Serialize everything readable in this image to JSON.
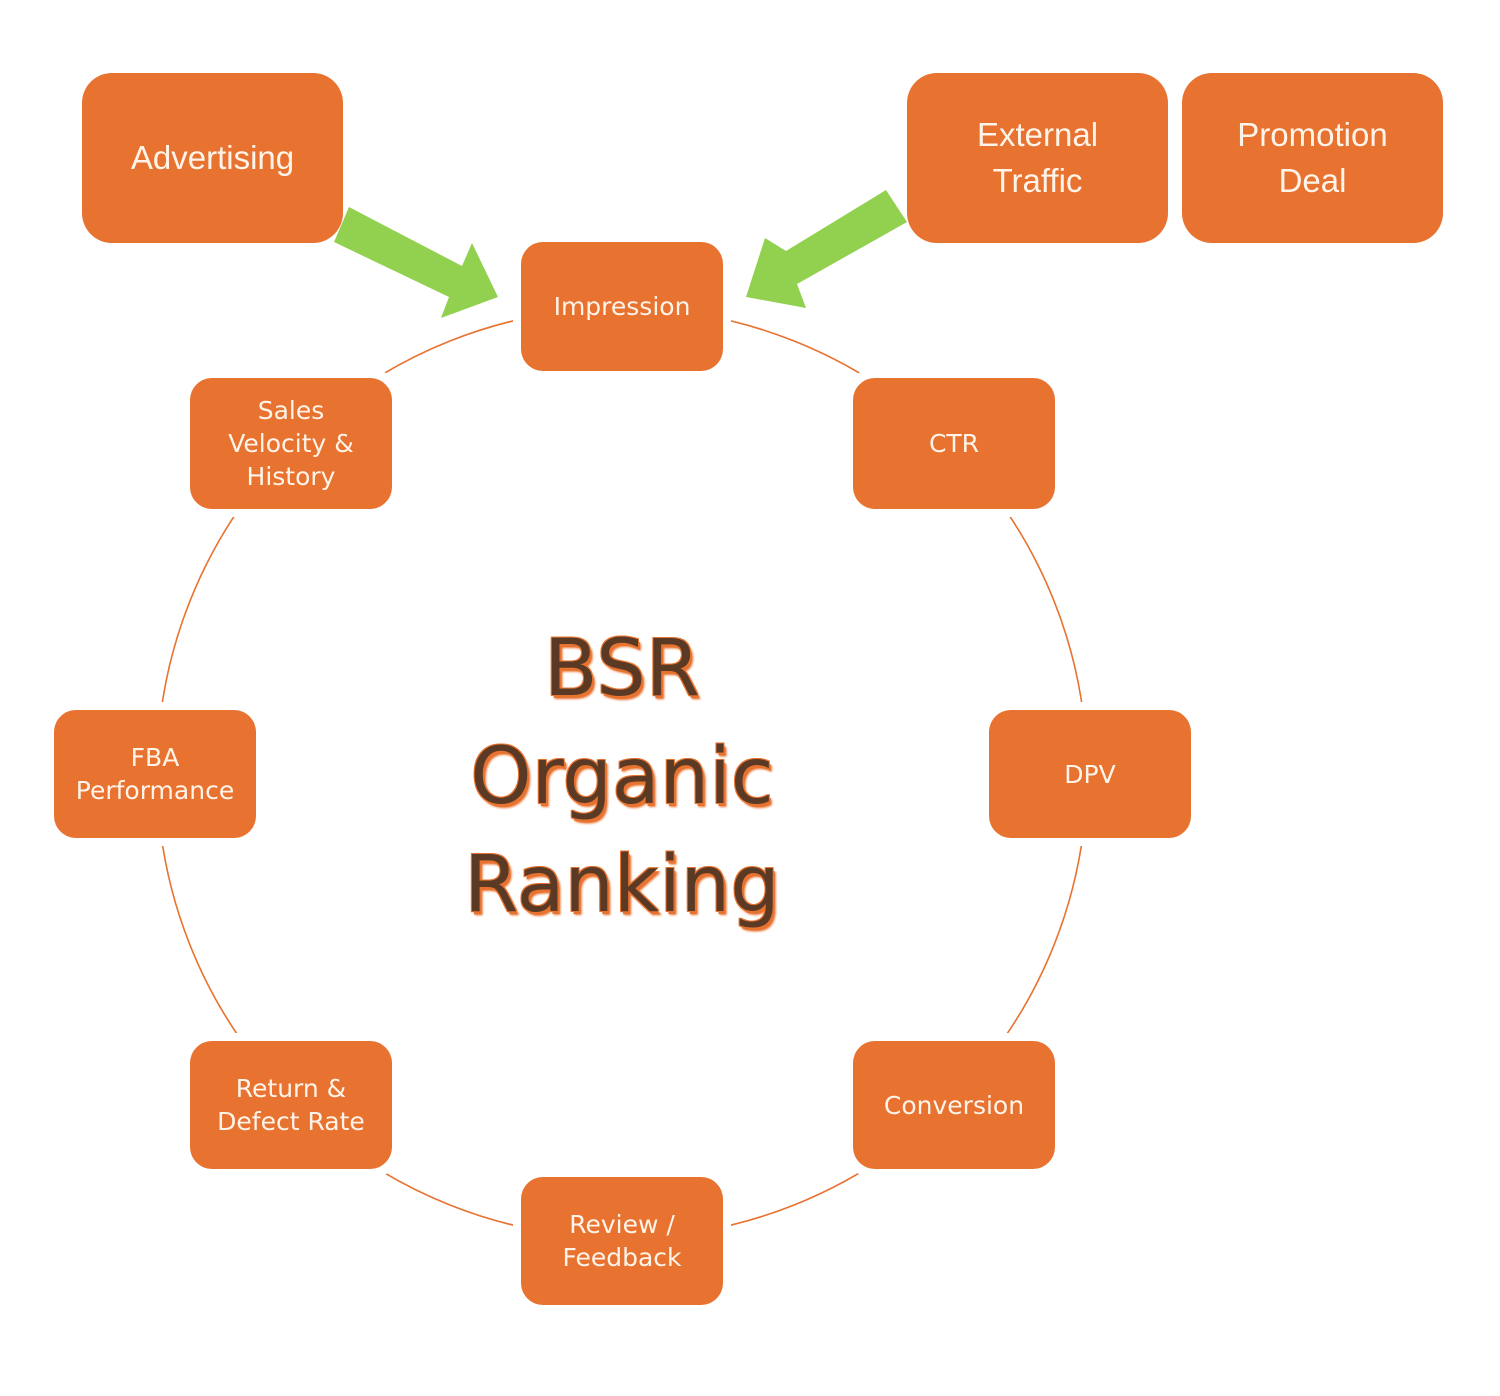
{
  "diagram": {
    "center_title": "BSR\nOrganic\nRanking",
    "inputs": [
      {
        "id": "advertising",
        "label": "Advertising"
      },
      {
        "id": "external-traffic",
        "label": "External\nTraffic"
      },
      {
        "id": "promotion-deal",
        "label": "Promotion\nDeal"
      }
    ],
    "cycle_nodes": [
      {
        "id": "impression",
        "label": "Impression"
      },
      {
        "id": "ctr",
        "label": "CTR"
      },
      {
        "id": "dpv",
        "label": "DPV"
      },
      {
        "id": "conversion",
        "label": "Conversion"
      },
      {
        "id": "review-feedback",
        "label": "Review /\nFeedback"
      },
      {
        "id": "return-defect-rate",
        "label": "Return &\nDefect Rate"
      },
      {
        "id": "fba-performance",
        "label": "FBA\nPerformance"
      },
      {
        "id": "sales-velocity-history",
        "label": "Sales\nVelocity &\nHistory"
      }
    ],
    "arrows": [
      {
        "from": "advertising",
        "to": "impression"
      },
      {
        "from": "external-traffic",
        "to": "impression"
      }
    ],
    "colors": {
      "node_fill": "#E8722F",
      "node_text": "#FFF4EA",
      "arrow_fill": "#92D050",
      "cycle_line": "#E8722F",
      "title_text": "#5A3A24",
      "title_outline": "#E8722F"
    }
  }
}
